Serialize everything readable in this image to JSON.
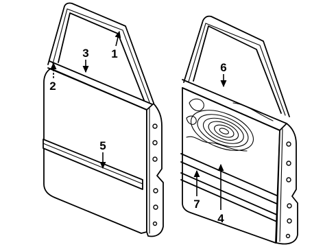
{
  "colors": {
    "line": "#000000",
    "background": "#ffffff"
  },
  "callouts": [
    {
      "label": "1"
    },
    {
      "label": "2"
    },
    {
      "label": "3"
    },
    {
      "label": "4"
    },
    {
      "label": "5"
    },
    {
      "label": "6"
    },
    {
      "label": "7"
    }
  ]
}
